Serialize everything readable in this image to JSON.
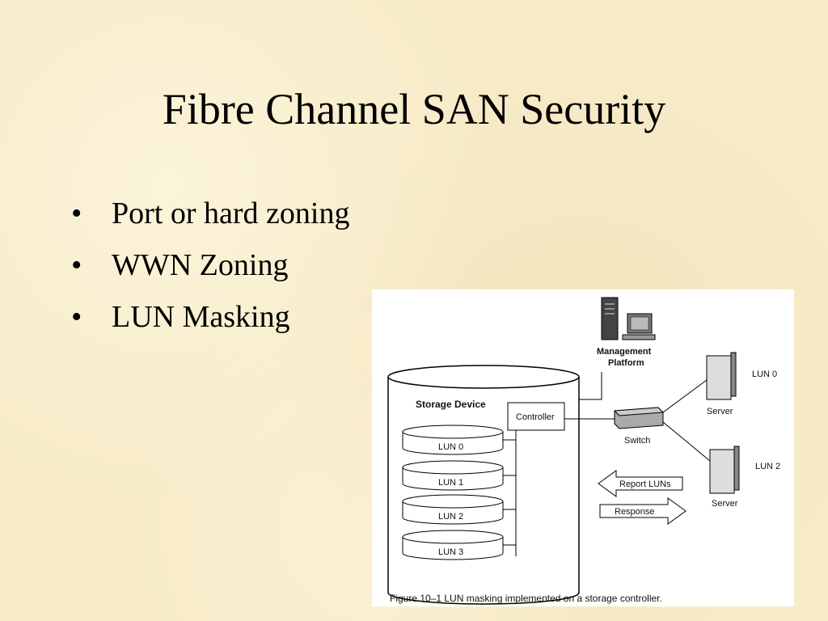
{
  "slide": {
    "title": "Fibre Channel SAN Security",
    "bullets": [
      "Port or hard zoning",
      "WWN Zoning",
      "LUN Masking"
    ]
  },
  "figure": {
    "management_platform": "Management\nPlatform",
    "management_line1": "Management",
    "management_line2": "Platform",
    "storage_device": "Storage Device",
    "controller": "Controller",
    "switch": "Switch",
    "luns": [
      "LUN 0",
      "LUN 1",
      "LUN 2",
      "LUN 3"
    ],
    "servers": [
      {
        "label": "Server",
        "lun": "LUN 0"
      },
      {
        "label": "Server",
        "lun": "LUN 2"
      }
    ],
    "report_luns": "Report LUNs",
    "response": "Response",
    "caption": "Figure 10–1  LUN masking implemented on a storage controller."
  }
}
